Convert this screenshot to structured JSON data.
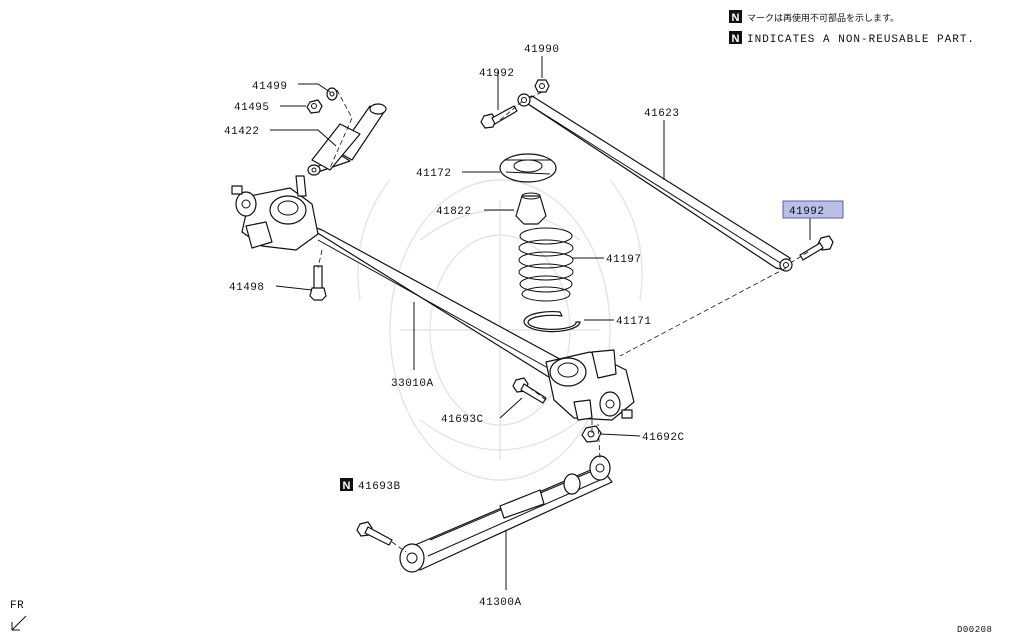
{
  "notes": {
    "symbol": "N",
    "japanese": "マークは再使用不可部品を示します。",
    "english": "INDICATES A NON-REUSABLE PART."
  },
  "labels": {
    "p41990": "41990",
    "p41992_top": "41992",
    "p41623": "41623",
    "p41992_right": "41992",
    "p41499": "41499",
    "p41495": "41495",
    "p41422": "41422",
    "p41172": "41172",
    "p41822": "41822",
    "p41197": "41197",
    "p41498": "41498",
    "p41171": "41171",
    "p33010A": "33010A",
    "p41693C": "41693C",
    "p41692C": "41692C",
    "p41693B": "41693B",
    "p41300A": "41300A"
  },
  "front_indicator": "FR",
  "diagram_code": "D00208",
  "colors": {
    "highlight_fill": "#b9bfe6",
    "highlight_stroke": "#5960a8",
    "line": "#111111"
  }
}
